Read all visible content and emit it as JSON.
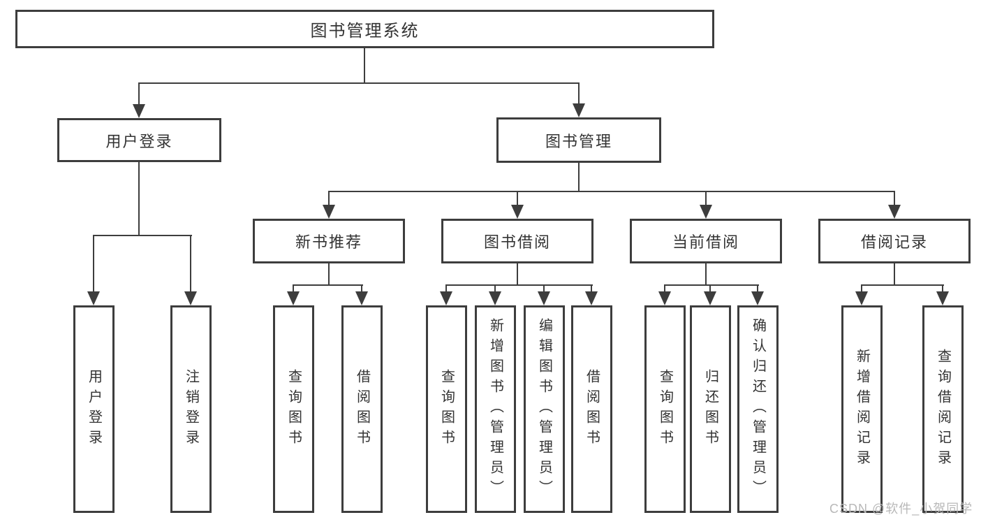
{
  "diagram": {
    "root": {
      "label": "图书管理系统"
    },
    "branches": {
      "user_login": {
        "label": "用户登录",
        "children": [
          {
            "label": "用户登录"
          },
          {
            "label": "注销登录"
          }
        ]
      },
      "book_management": {
        "label": "图书管理",
        "sections": [
          {
            "label": "新书推荐",
            "children": [
              {
                "label": "查询图书"
              },
              {
                "label": "借阅图书"
              }
            ]
          },
          {
            "label": "图书借阅",
            "children": [
              {
                "label": "查询图书"
              },
              {
                "label": "新增图书（管理员）"
              },
              {
                "label": "编辑图书（管理员）"
              },
              {
                "label": "借阅图书"
              }
            ]
          },
          {
            "label": "当前借阅",
            "children": [
              {
                "label": "查询图书"
              },
              {
                "label": "归还图书"
              },
              {
                "label": "确认归还（管理员）"
              }
            ]
          },
          {
            "label": "借阅记录",
            "children": [
              {
                "label": "新增借阅记录"
              },
              {
                "label": "查询借阅记录"
              }
            ]
          }
        ]
      }
    },
    "watermark": "CSDN @软件_小贺同学",
    "colors": {
      "line": "#3d3d3d",
      "text": "#333333",
      "watermark": "#b8b8b8",
      "background": "#ffffff"
    }
  }
}
